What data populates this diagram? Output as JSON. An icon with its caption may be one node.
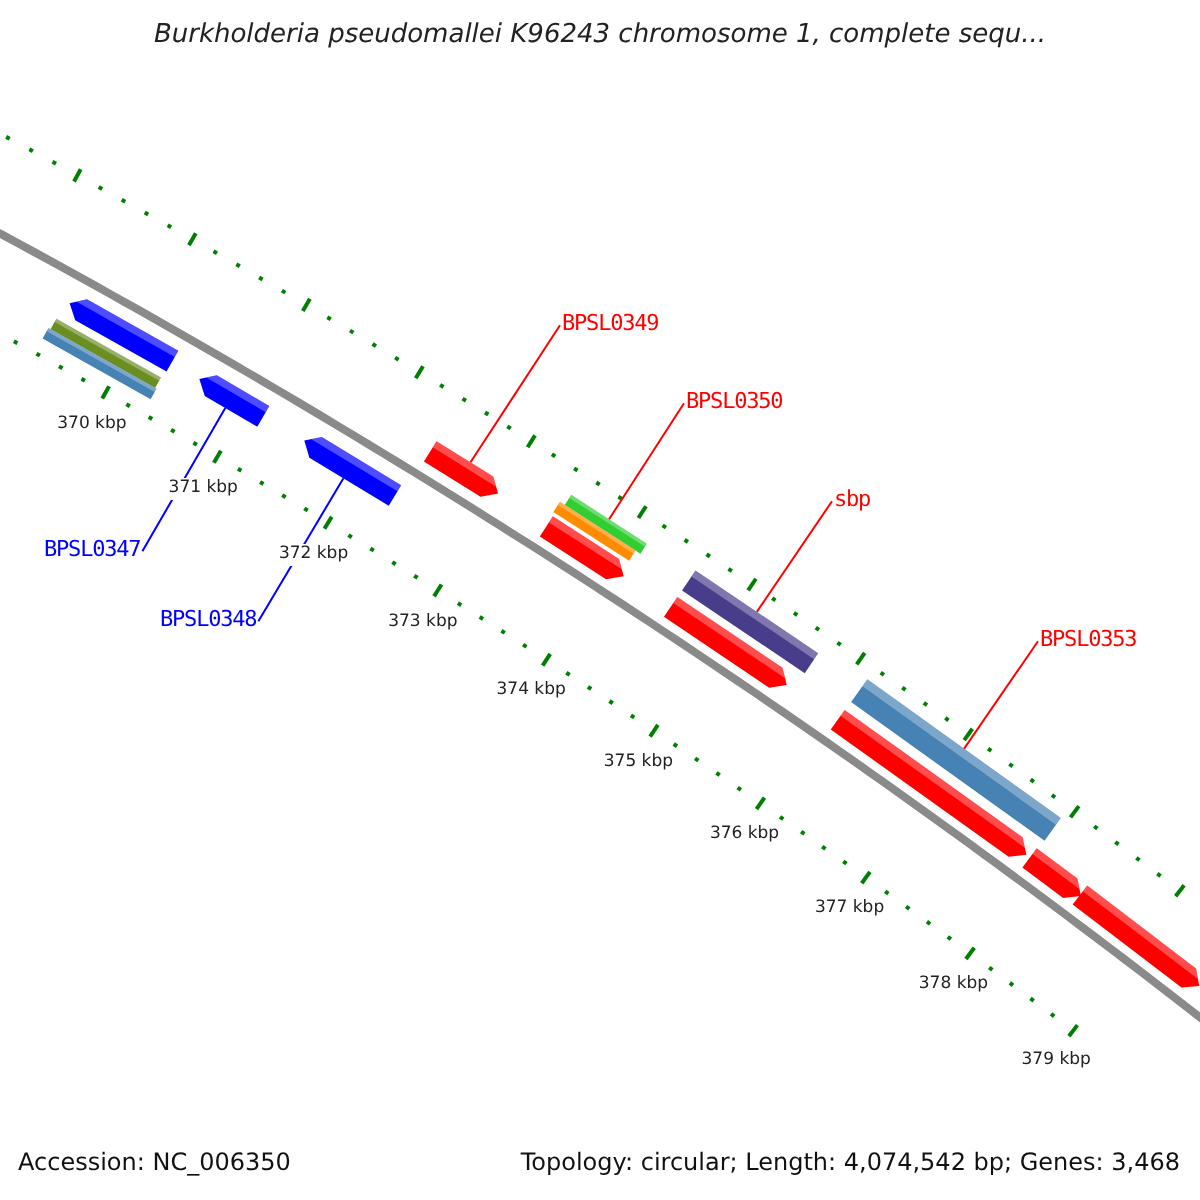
{
  "diagram": {
    "title": "Burkholderia pseudomallei K96243 chromosome 1, complete sequ...",
    "nodes": [
      {
        "text": [],
        "shape": "bar"
      },
      {
        "text": [],
        "shape": "bar"
      },
      {
        "text": [],
        "shape": "bar"
      },
      {
        "text": [],
        "shape": "bar"
      },
      {
        "text": [],
        "shape": "bar"
      },
      {
        "text": [],
        "shape": "bar"
      },
      {
        "text": [],
        "shape": "bar"
      },
      {
        "text": [],
        "shape": "bar"
      },
      {
        "text": [],
        "shape": "bar"
      },
      {
        "text": [],
        "shape": "bar"
      },
      {
        "text": [],
        "shape": "bar"
      },
      {
        "text": [],
        "shape": "bar"
      },
      {
        "text": [],
        "shape": "bar"
      },
      {
        "text": [],
        "shape": "bar"
      },
      {
        "text": [],
        "shape": "bar"
      },
      {
        "text": [
          "BPSL0347"
        ]
      },
      {
        "text": [
          "BPSL0348"
        ]
      },
      {
        "text": [
          "BPSL0349"
        ]
      },
      {
        "text": [
          "BPSL0350"
        ]
      },
      {
        "text": [
          "sbp"
        ]
      },
      {
        "text": [
          "BPSL0353"
        ]
      }
    ],
    "edges": [
      {
        "from": 15,
        "to": 3,
        "arrow": "none",
        "color": "#0000ff"
      },
      {
        "from": 16,
        "to": 4,
        "arrow": "none",
        "color": "#0000ff"
      },
      {
        "from": 17,
        "to": 5,
        "arrow": "none"
      },
      {
        "from": 18,
        "to": 6,
        "arrow": "none"
      },
      {
        "from": 19,
        "to": 9,
        "arrow": "none"
      },
      {
        "from": 20,
        "to": 11,
        "arrow": "none"
      }
    ],
    "labels": [
      "370 kbp",
      "371 kbp",
      "372 kbp",
      "373 kbp",
      "374 kbp",
      "375 kbp",
      "376 kbp",
      "377 kbp",
      "378 kbp",
      "379 kbp",
      "Accession: NC_006350",
      "Topology: circular; Length: 4,074,542 bp; Genes: 3,468"
    ]
  }
}
